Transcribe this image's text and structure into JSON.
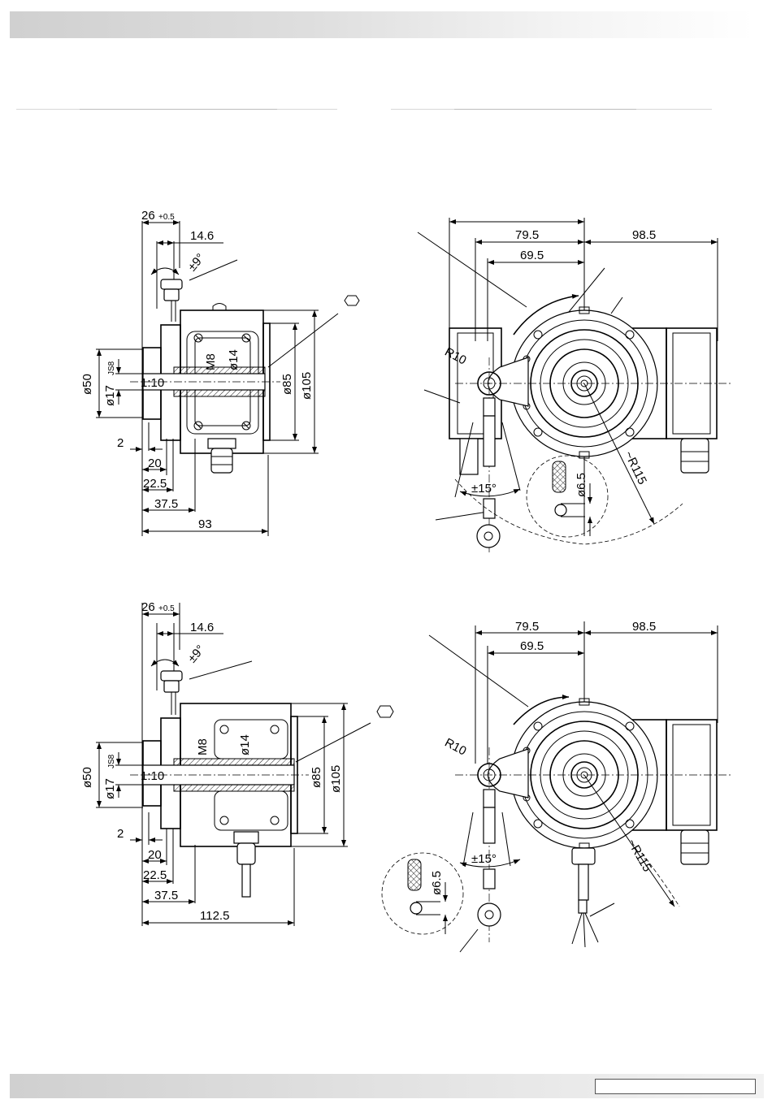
{
  "labels": {
    "tl": {
      "d26": "26",
      "tol": "+0.5",
      "d14_6": "14.6",
      "ang9": "±9°",
      "d50": "ø50",
      "d17": "ø17",
      "js8": "JS8",
      "taper": "1:10",
      "m8": "M8",
      "d14": "ø14",
      "d85": "ø85",
      "d105": "ø105",
      "d2": "2",
      "d20": "20",
      "d22_5": "22.5",
      "d37_5": "37.5",
      "d93": "93"
    },
    "tr": {
      "d79_5": "79.5",
      "d98_5": "98.5",
      "d69_5": "69.5",
      "r10": "R10",
      "r115": "~R115",
      "d6_5": "ø6.5",
      "ang15": "±15°"
    },
    "bl": {
      "d26": "26",
      "tol": "+0.5",
      "d14_6": "14.6",
      "ang9": "±9°",
      "d50": "ø50",
      "d17": "ø17",
      "js8": "JS8",
      "taper": "1:10",
      "m8": "M8",
      "d14": "ø14",
      "d85": "ø85",
      "d105": "ø105",
      "d2": "2",
      "d20": "20",
      "d22_5": "22.5",
      "d37_5": "37.5",
      "d112_5": "112.5"
    },
    "br": {
      "d79_5": "79.5",
      "d98_5": "98.5",
      "d69_5": "69.5",
      "r10": "R10",
      "r115": "~R115",
      "d6_5": "ø6.5",
      "ang15": "±15°"
    }
  },
  "colors": {
    "line": "#000000",
    "header_bar": "#d6d6d6",
    "footer_bar": "#dcdcdc"
  }
}
